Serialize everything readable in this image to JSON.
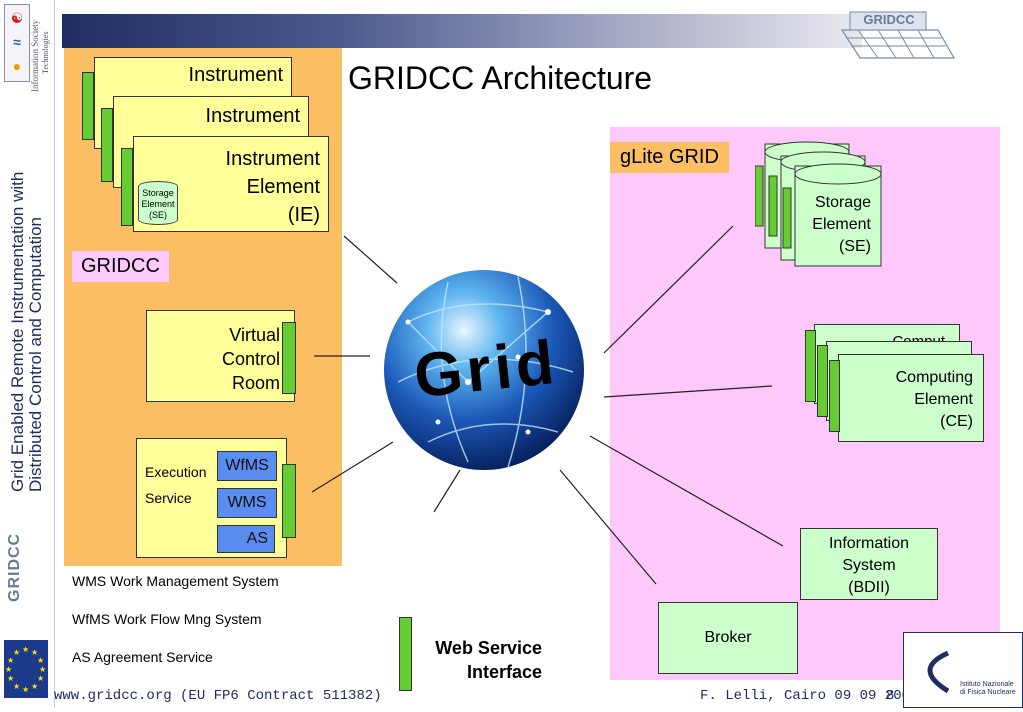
{
  "header": {
    "title": "GRIDCC Architecture",
    "top_logo": "GRIDCC"
  },
  "sidebar": {
    "vertical_title_line1": "Grid Enabled Remote Instrumentation with",
    "vertical_title_line2": "Distributed Control and Computation",
    "ist_text_1": "Information Society",
    "ist_text_2": "Technologies",
    "side_logo": "GRIDCC"
  },
  "gridcc_panel": {
    "label": "GRIDCC",
    "instrument_back_1": "Instrument",
    "instrument_back_2": "Instrument",
    "instrument_front_line1": "Instrument",
    "instrument_front_line2": "Element",
    "instrument_front_line3": "(IE)",
    "storage_small_line1": "Storage",
    "storage_small_line2": "Element",
    "storage_small_line3": "(SE)",
    "vcr_line1": "Virtual",
    "vcr_line2": "Control",
    "vcr_line3": "Room",
    "execution_line1": "Execution",
    "execution_line2": "Service",
    "wfms": "WfMS",
    "wms": "WMS",
    "as": "AS"
  },
  "grid_sphere": {
    "text": "Grid"
  },
  "glite_panel": {
    "label": "gLite GRID",
    "storage_line1": "Storage",
    "storage_line2": "Element",
    "storage_line3": "(SE)",
    "computing_back_partial": "Comput",
    "computing_line1": "Computing",
    "computing_line2": "Element",
    "computing_line3": "(CE)",
    "info_line1": "Information",
    "info_line2": "System",
    "info_line3": "(BDII)",
    "broker": "Broker"
  },
  "legend": {
    "wms": "WMS Work Management System",
    "wfms": "WfMS Work Flow Mng System",
    "as": "AS Agreement Service",
    "ws_line1": "Web Service",
    "ws_line2": "Interface"
  },
  "footer": {
    "left": "www.gridcc.org (EU FP6 Contract 511382)",
    "right": "F. Lelli, Cairo 09 09 2007",
    "page": "8",
    "infn_line1": "Istituto Nazionale",
    "infn_line2": "di Fisica Nucleare"
  },
  "colors": {
    "orange_panel": "#fbbe62",
    "pink_panel": "#ffc8fa",
    "instrument_yellow": "#ffff99",
    "interface_green": "#66cc33",
    "pale_green": "#ccffcc",
    "service_blue": "#5b8cf0",
    "header_navy": "#1f2d63"
  },
  "icons": [
    "grid-sphere-icon",
    "eu-flag-icon",
    "gridcc-logo-icon",
    "ist-logo-icon",
    "infn-logo-icon"
  ]
}
